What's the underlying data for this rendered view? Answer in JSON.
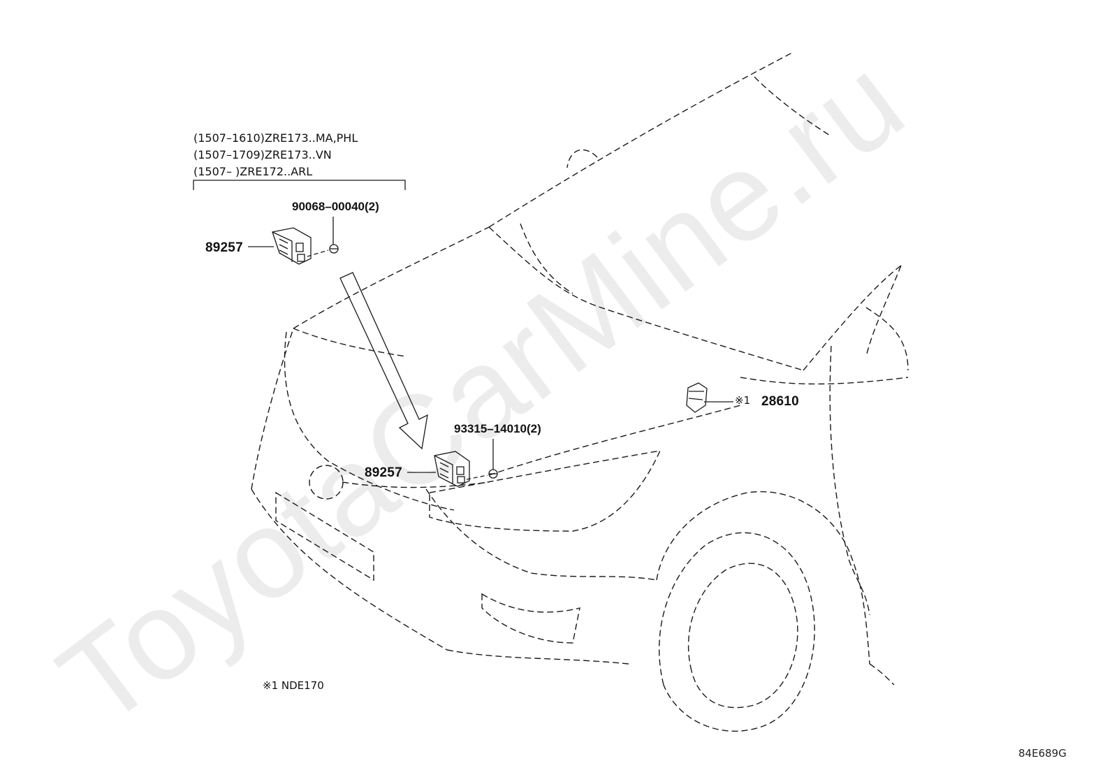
{
  "applicability": {
    "line1": "(1507–1610)ZRE173..MA,PHL",
    "line2": "(1507–1709)ZRE173..VN",
    "line3": "(1507–       )ZRE172..ARL"
  },
  "parts": {
    "bolt_top": "90068–00040(2)",
    "module_top": "89257",
    "bolt_bottom": "93315–14010(2)",
    "module_bottom": "89257",
    "sensor_note_mark": "※1",
    "sensor": "28610"
  },
  "footnote": "※1  NDE170",
  "drawing_code": "84E689G",
  "watermark": "ToyotaCarMine.ru"
}
